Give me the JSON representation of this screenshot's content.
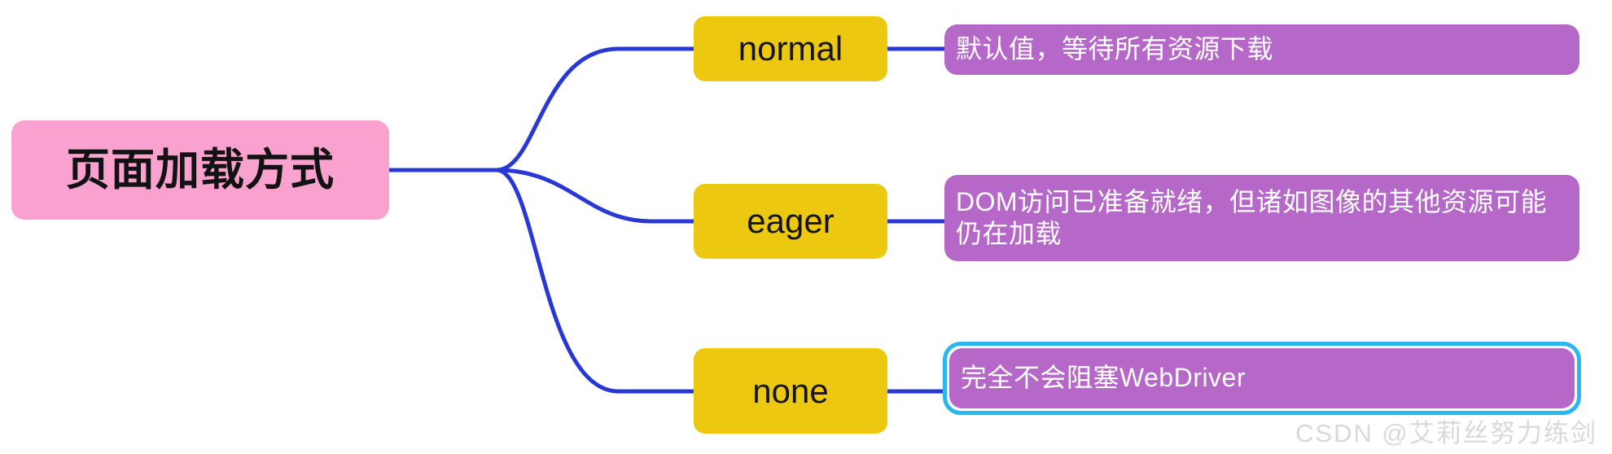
{
  "diagram": {
    "type": "mindmap",
    "orientation": "left-to-right",
    "root": {
      "id": "root",
      "label": "页面加载方式",
      "color": "#f9a1cf",
      "text_color": "#121212"
    },
    "branches": [
      {
        "id": "normal",
        "label": "normal",
        "color": "#edc811",
        "text_color": "#141414",
        "description": "默认值，等待所有资源下载",
        "description_color": "#b568c8",
        "description_text_color": "#ffffff",
        "selected": false
      },
      {
        "id": "eager",
        "label": "eager",
        "color": "#edc811",
        "text_color": "#141414",
        "description": "DOM访问已准备就绪，但诸如图像的其他资源可能仍在加载",
        "description_color": "#b568c8",
        "description_text_color": "#ffffff",
        "selected": false
      },
      {
        "id": "none",
        "label": "none",
        "color": "#edc811",
        "text_color": "#141414",
        "description": "完全不会阻塞WebDriver",
        "description_color": "#b568c8",
        "description_text_color": "#ffffff",
        "selected": true
      }
    ],
    "connector_color": "#2838d4",
    "selection_color": "#2ab7ef",
    "background": "#ffffff"
  },
  "watermark": {
    "text": "CSDN @艾莉丝努力练剑",
    "color": "#d9d9d9"
  }
}
